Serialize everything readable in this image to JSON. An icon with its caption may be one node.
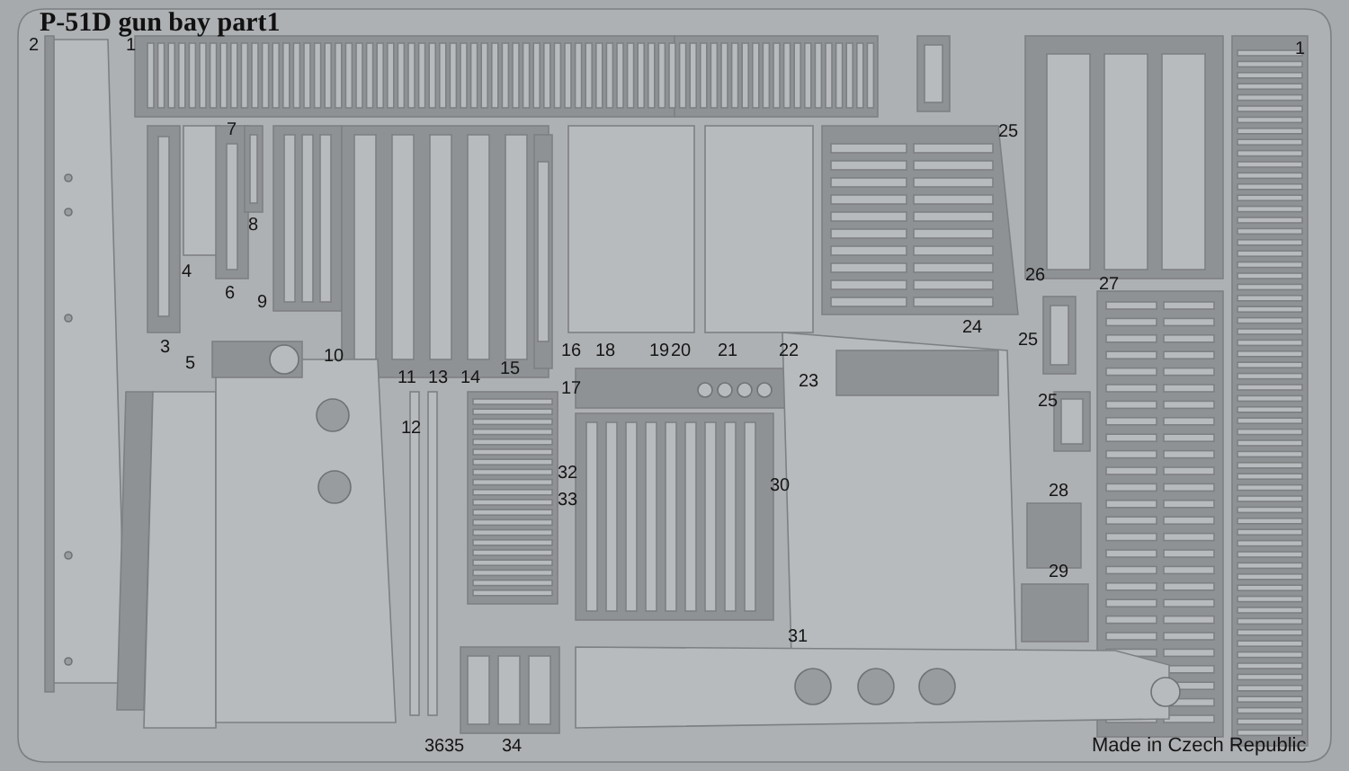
{
  "diagram": {
    "title": "P-51D gun bay part1",
    "labels": [
      "2",
      "1",
      "1",
      "7",
      "8",
      "4",
      "6",
      "9",
      "3",
      "5",
      "10",
      "16",
      "18",
      "19",
      "20",
      "21",
      "22",
      "15",
      "11",
      "13",
      "14",
      "23",
      "17",
      "25",
      "26",
      "27",
      "24",
      "25",
      "12",
      "25",
      "32",
      "33",
      "30",
      "28",
      "29",
      "31",
      "36",
      "35",
      "34",
      "Made in Czech Republic"
    ]
  }
}
